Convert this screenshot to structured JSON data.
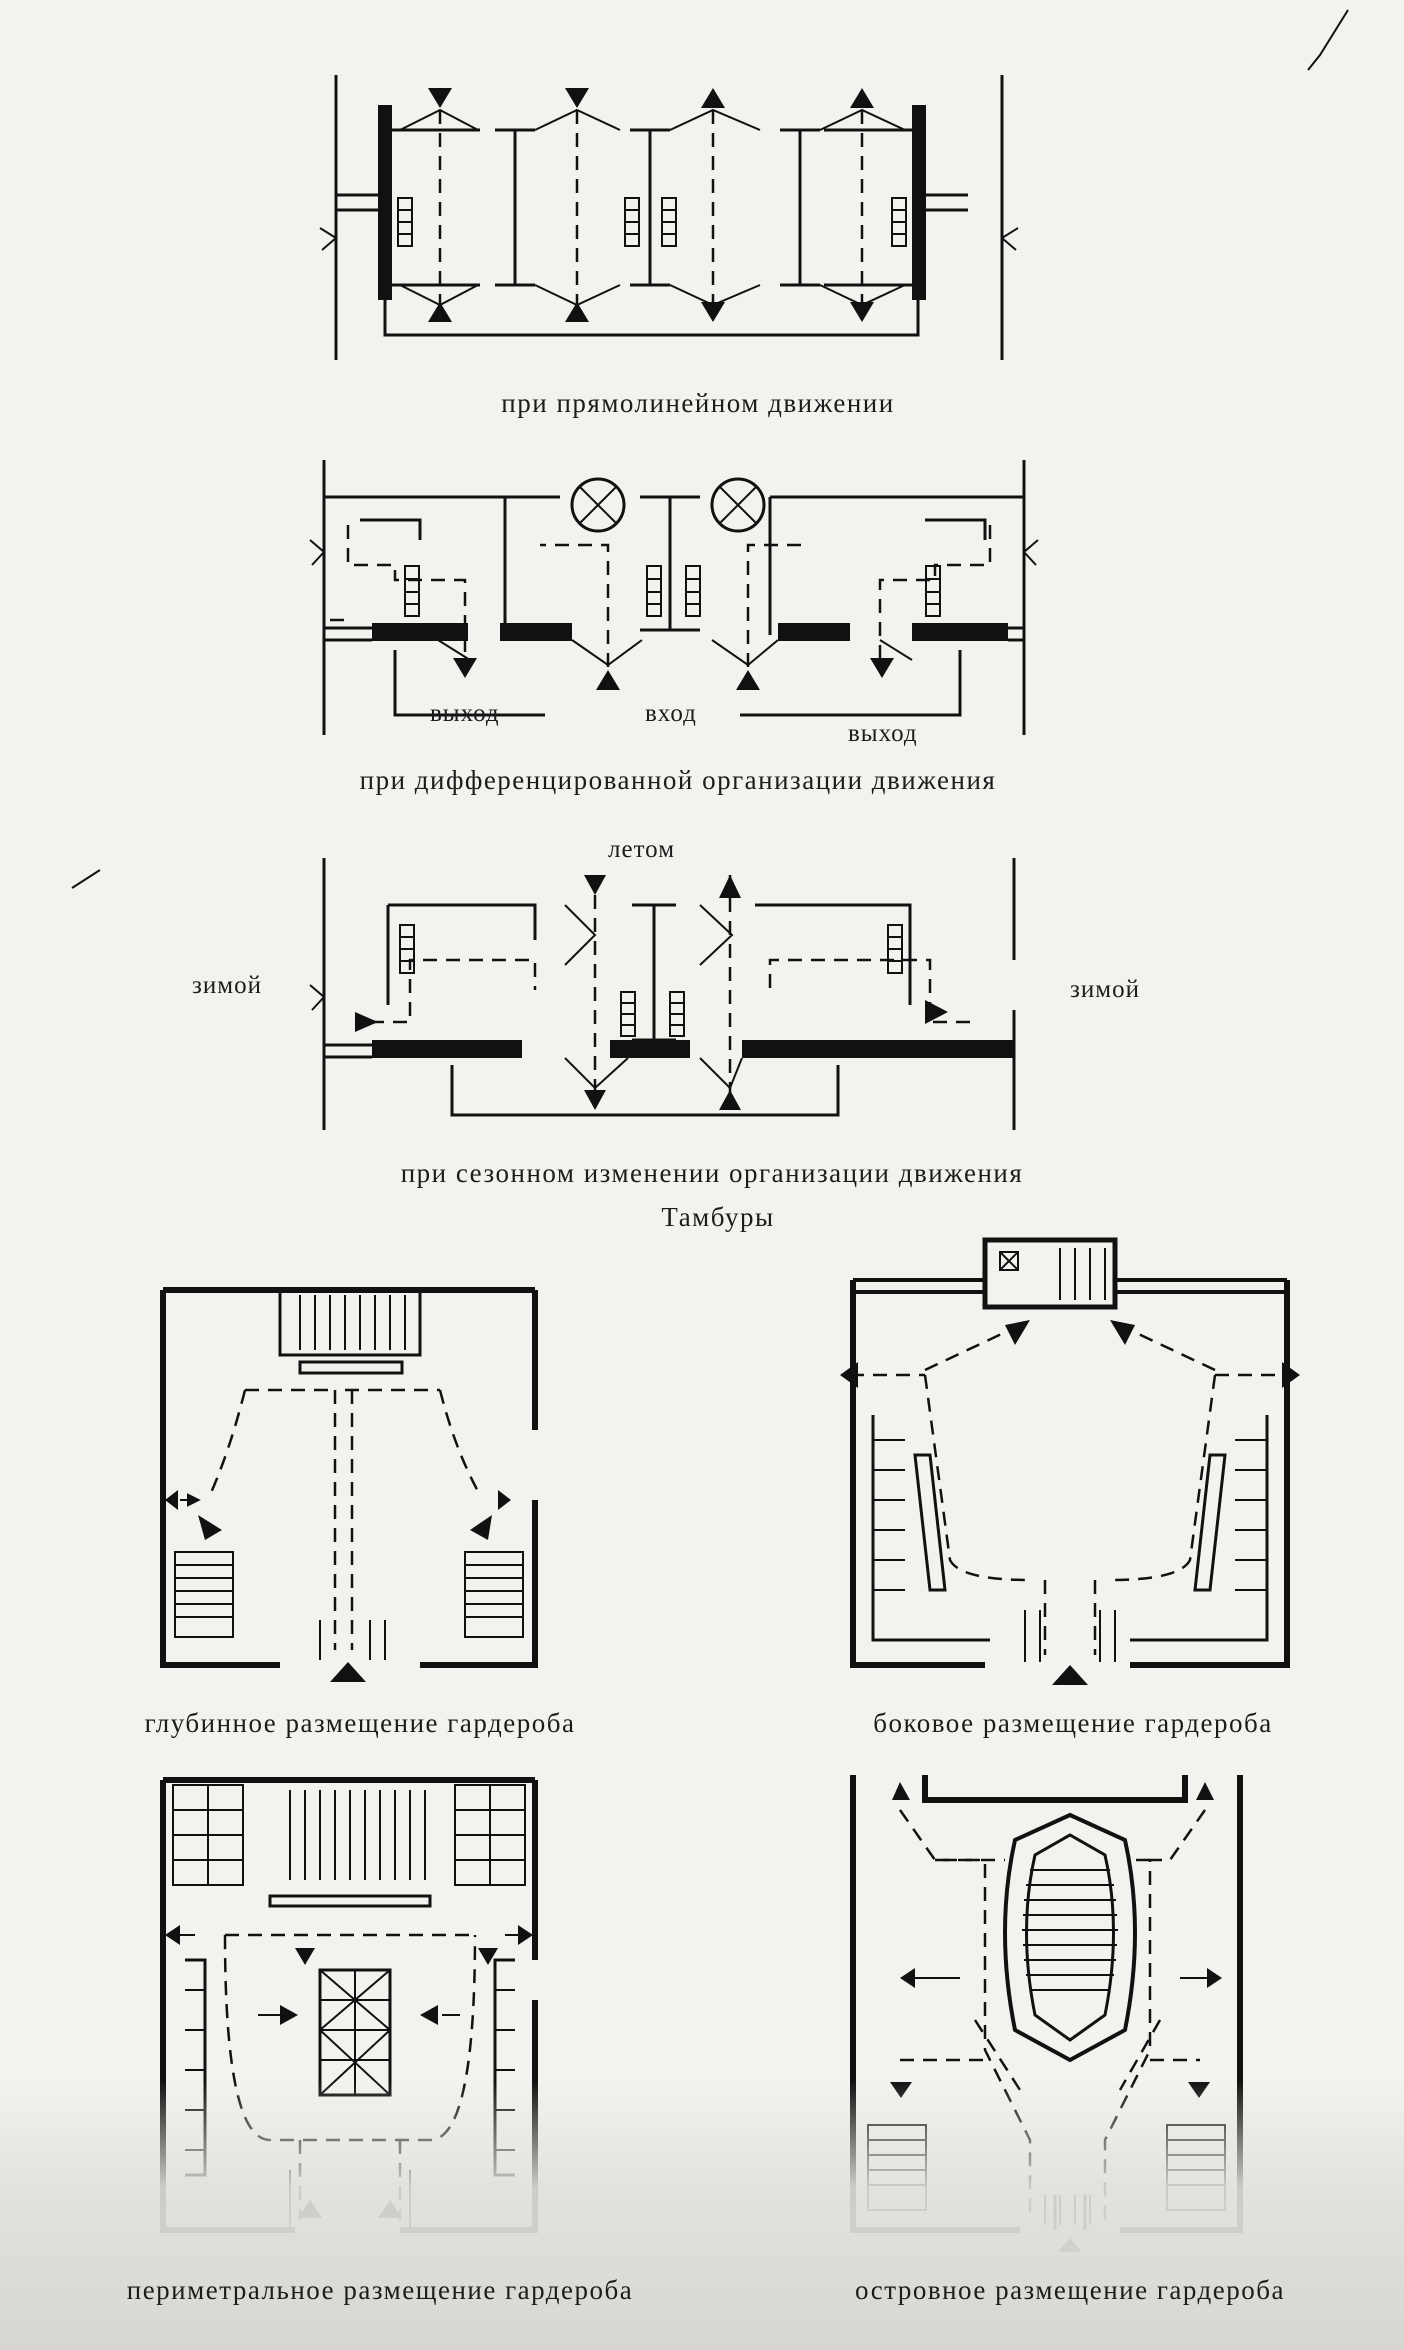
{
  "captions": {
    "straight": "при прямолинейном движении",
    "differentiated": "при дифференцированной организации движения",
    "seasonal": "при сезонном изменении организации движения",
    "vestibules": "Тамбуры",
    "deep": "глубинное размещение гардероба",
    "side": "боковое размещение гардероба",
    "perimeter": "периметральное размещение гардероба",
    "island": "островное размещение гардероба"
  },
  "labels": {
    "exit_left": "выход",
    "entry": "вход",
    "exit_right": "выход",
    "summer": "летом",
    "winter_left": "зимой",
    "winter_right": "зимой"
  }
}
